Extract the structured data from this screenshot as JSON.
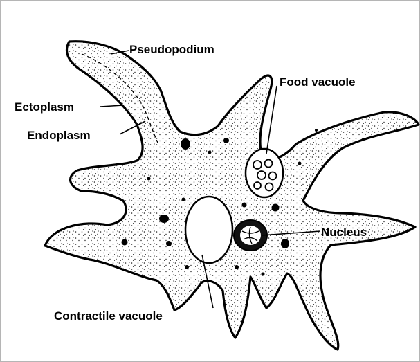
{
  "diagram": {
    "labels": {
      "pseudopodium": "Pseudopodium",
      "food_vacuole": "Food vacuole",
      "ectoplasm": "Ectoplasm",
      "endoplasm": "Endoplasm",
      "nucleus": "Nucleus",
      "contractile_vacuole": "Contractile vacuole"
    },
    "colors": {
      "outline": "#000000",
      "fill": "#ffffff",
      "frame": "#b5b5b5",
      "stipple": "#222222"
    }
  }
}
